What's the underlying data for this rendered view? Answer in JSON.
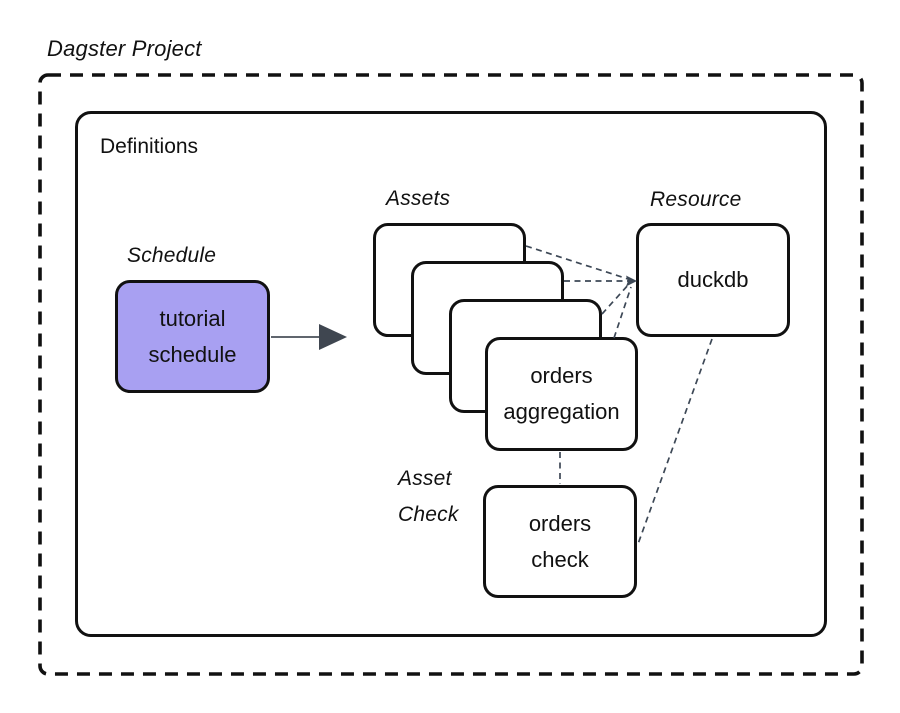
{
  "diagram": {
    "title": "Dagster Project",
    "definitions": {
      "label": "Definitions"
    },
    "schedule": {
      "section_label": "Schedule",
      "node_label": "tutorial schedule"
    },
    "assets": {
      "section_label": "Assets",
      "front_node_label": "orders aggregation",
      "background_box_count": 3
    },
    "resource": {
      "section_label": "Resource",
      "node_label": "duckdb"
    },
    "asset_check": {
      "section_label": "Asset Check",
      "node_label": "orders check"
    },
    "colors": {
      "canvas_background": "#ffffff",
      "node_border": "#111111",
      "schedule_node_fill": "#a8a0f2",
      "connector_dash": "#3d4856",
      "arrow_head_fill": "#3f4650"
    }
  }
}
